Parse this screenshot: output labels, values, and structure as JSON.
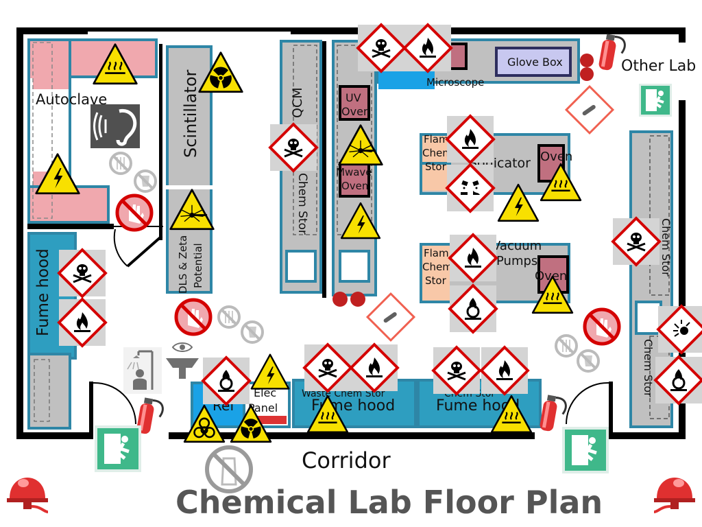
{
  "title": "Chemical Lab Floor Plan",
  "corridor": "Corridor",
  "other_lab": "Other Lab",
  "labels": {
    "autoclave": "Autoclave",
    "scintillator": "Scintillator",
    "dls": "DLS & Zeta",
    "potential": "Potential",
    "qcm": "QCM",
    "chem_stor": "Chem Stor",
    "uv_1": "UV",
    "uv_2": "Oven",
    "mwave_1": "Mwave",
    "mwave_2": "Oven",
    "microscope": "Microscope",
    "glove_box": "Glove Box",
    "sonicator": "Sonicator",
    "oven": "Oven",
    "flam_1": "Flam",
    "flam_2": "Chem",
    "flam_3": "Stor",
    "vacuum_1": "Vacuum",
    "vacuum_2": "Pumps",
    "fume_hood": "Fume hood",
    "waste": "Waste Chem Stor",
    "chem_stor_top": "Chem Stor",
    "elec_1": "Elec",
    "elec_2": "Panel",
    "ref": "Ref"
  },
  "icons": [
    "hot-surface-icon",
    "radiation-icon",
    "electrical-hazard-icon",
    "laser-icon",
    "toxic-icon",
    "flammable-icon",
    "oxidizer-icon",
    "corrosive-icon",
    "explosive-icon",
    "gas-cylinder-icon",
    "biohazard-icon",
    "fire-extinguisher-icon",
    "emergency-exit-icon",
    "fire-alarm-icon",
    "hearing-protection-icon",
    "eyewash-icon",
    "safety-shower-icon",
    "no-food-icon",
    "no-drink-icon",
    "no-touch-icon",
    "no-spray-icon"
  ],
  "colors": {
    "wall": "#000000",
    "bench_fill": "#c0c0c0",
    "bench_border": "#2e86a6",
    "pink_bench": "#f0a8ae",
    "fume_hood": "#2e9ec0",
    "oven": "#c07080",
    "orange_cabinet": "#f8c8a8",
    "hazard_red": "#d40000",
    "warning_yellow": "#f8e000",
    "exit_green": "#3fb88a"
  }
}
